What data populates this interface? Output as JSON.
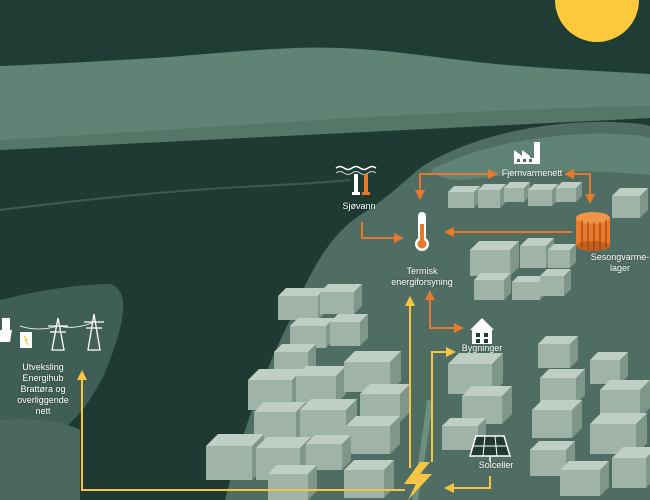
{
  "labels": {
    "seawater": "Sjøvann",
    "district_heating": "Fjernvarmenett",
    "thermal_supply_line1": "Termisk",
    "thermal_supply_line2": "energiforsyning",
    "seasonal_storage_line1": "Sesongvarme-",
    "seasonal_storage_line2": "lager",
    "buildings": "Bygninger",
    "exchange_line1": "Utveksling",
    "exchange_line2": "Energihub",
    "exchange_line3": "Brattøra og",
    "exchange_line4": "overliggende",
    "exchange_line5": "nett",
    "solar_cells": "Solceller"
  },
  "colors": {
    "background": "#1f3a33",
    "sky": "#1f3d35",
    "hills": "#5f8375",
    "land": "#4f6d62",
    "sun": "#fbc93b",
    "heat_arrow": "#e9782b",
    "electric_arrow": "#f6c544",
    "icon_white": "#ffffff"
  },
  "icons": {
    "seawater": "seawater-pipes-icon",
    "district_heating": "factory-icon",
    "thermal_supply": "thermometer-icon",
    "seasonal_storage": "heat-storage-tank-icon",
    "buildings": "house-icon",
    "solar_cells": "solar-panel-icon",
    "exchange": "power-pylon-icon",
    "hub": "lightning-icon"
  }
}
